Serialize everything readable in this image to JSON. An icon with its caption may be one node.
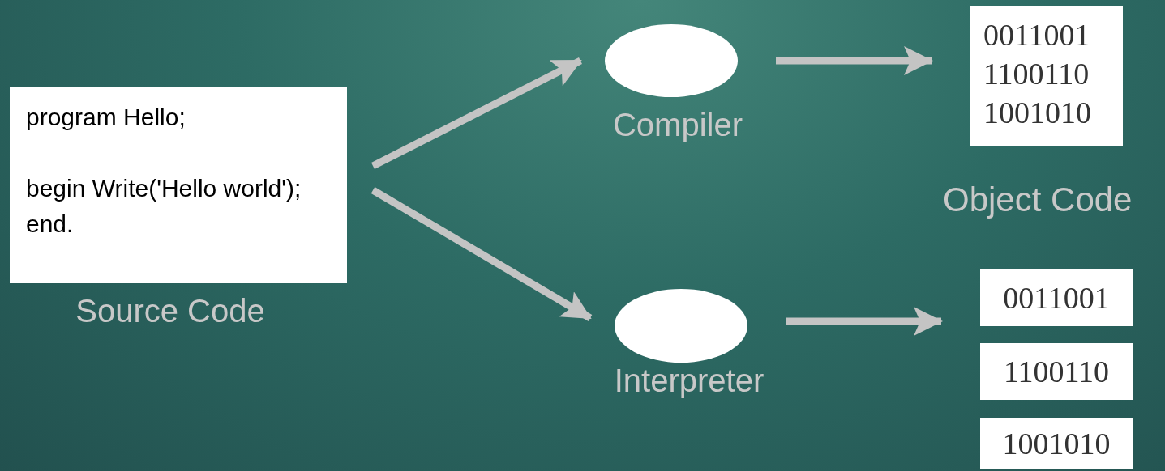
{
  "diagram": {
    "nodes": [
      {
        "text": [
          "program Hello;",
          "begin Write('Hello world'); end."
        ],
        "beside": [
          "Source Code"
        ]
      },
      {
        "text": [],
        "shape": "ellipse",
        "beside": [
          "Compiler"
        ]
      },
      {
        "text": [
          "0011001 1100110 1001010"
        ]
      },
      {
        "text": [],
        "shape": "ellipse",
        "beside": [
          "Interpreter"
        ]
      },
      {
        "text": [
          "0011001"
        ]
      },
      {
        "text": [
          "1100110"
        ]
      },
      {
        "text": [
          "1001010"
        ]
      }
    ],
    "edges": [
      {
        "from": 0,
        "to": 1,
        "arrow": "to"
      },
      {
        "from": 0,
        "to": 3,
        "arrow": "to"
      },
      {
        "from": 1,
        "to": 2,
        "arrow": "to"
      },
      {
        "from": 3,
        "to": 4,
        "arrow": "to"
      }
    ],
    "labels": [
      "Object Code"
    ]
  }
}
